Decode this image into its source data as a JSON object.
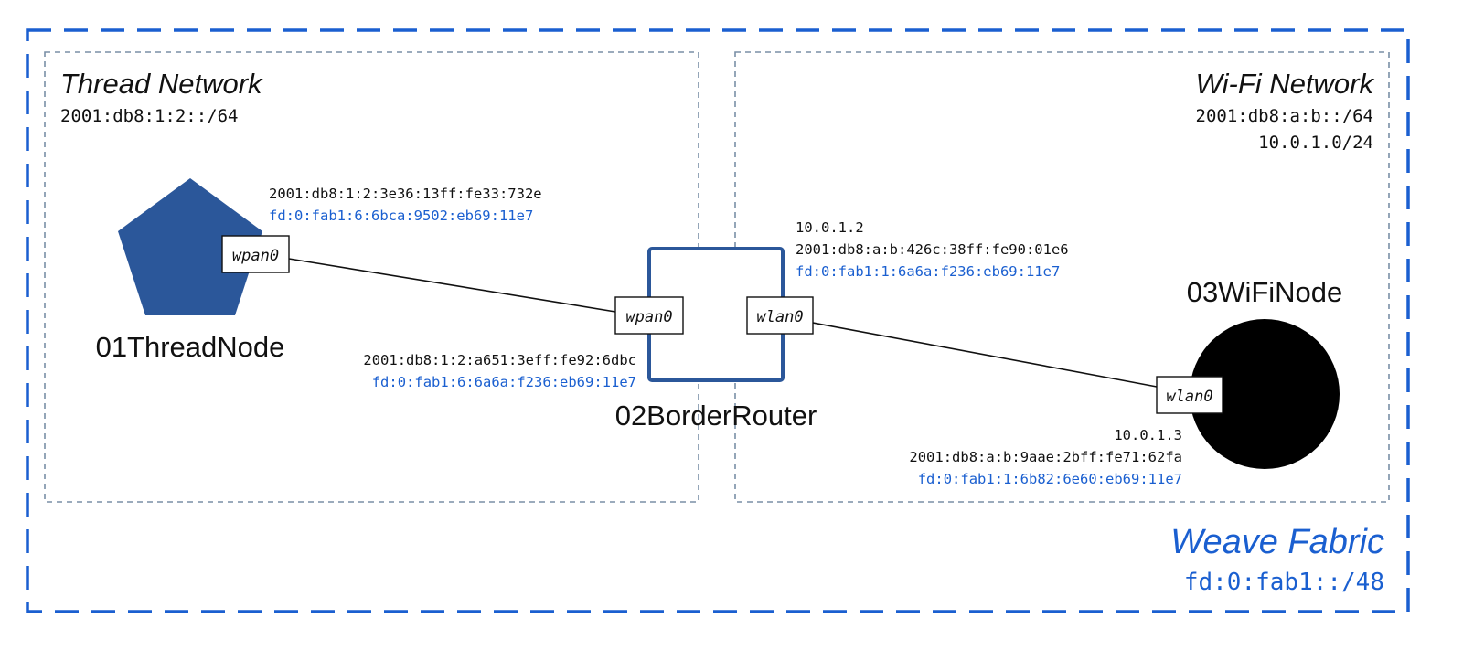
{
  "colors": {
    "accent_blue": "#1a5fd0",
    "node_blue": "#2b579a",
    "router_border": "#2b579a",
    "dashed_gray": "#7a8fa6",
    "text_dark": "#111111"
  },
  "fabric": {
    "title": "Weave Fabric",
    "prefix": "fd:0:fab1::/48"
  },
  "thread_network": {
    "title": "Thread Network",
    "prefix": "2001:db8:1:2::/64"
  },
  "wifi_network": {
    "title": "Wi-Fi Network",
    "prefix_v6": "2001:db8:a:b::/64",
    "prefix_v4": "10.0.1.0/24"
  },
  "nodes": {
    "thread_node": {
      "name": "01ThreadNode",
      "shape": "pentagon",
      "iface": "wpan0",
      "addr_global": "2001:db8:1:2:3e36:13ff:fe33:732e",
      "addr_fabric": "fd:0:fab1:6:6bca:9502:eb69:11e7"
    },
    "border_router": {
      "name": "02BorderRouter",
      "shape": "square",
      "iface_thread": "wpan0",
      "iface_wifi": "wlan0",
      "thread_addr_global": "2001:db8:1:2:a651:3eff:fe92:6dbc",
      "thread_addr_fabric": "fd:0:fab1:6:6a6a:f236:eb69:11e7",
      "wifi_addr_v4": "10.0.1.2",
      "wifi_addr_global": "2001:db8:a:b:426c:38ff:fe90:01e6",
      "wifi_addr_fabric": "fd:0:fab1:1:6a6a:f236:eb69:11e7"
    },
    "wifi_node": {
      "name": "03WiFiNode",
      "shape": "circle",
      "iface": "wlan0",
      "addr_v4": "10.0.1.3",
      "addr_global": "2001:db8:a:b:9aae:2bff:fe71:62fa",
      "addr_fabric": "fd:0:fab1:1:6b82:6e60:eb69:11e7"
    }
  }
}
